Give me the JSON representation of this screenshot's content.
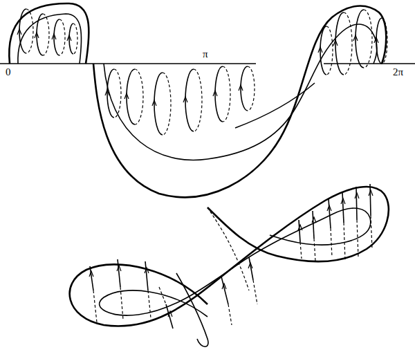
{
  "diagram": {
    "labels": [
      "0",
      "π",
      "2π"
    ]
  }
}
